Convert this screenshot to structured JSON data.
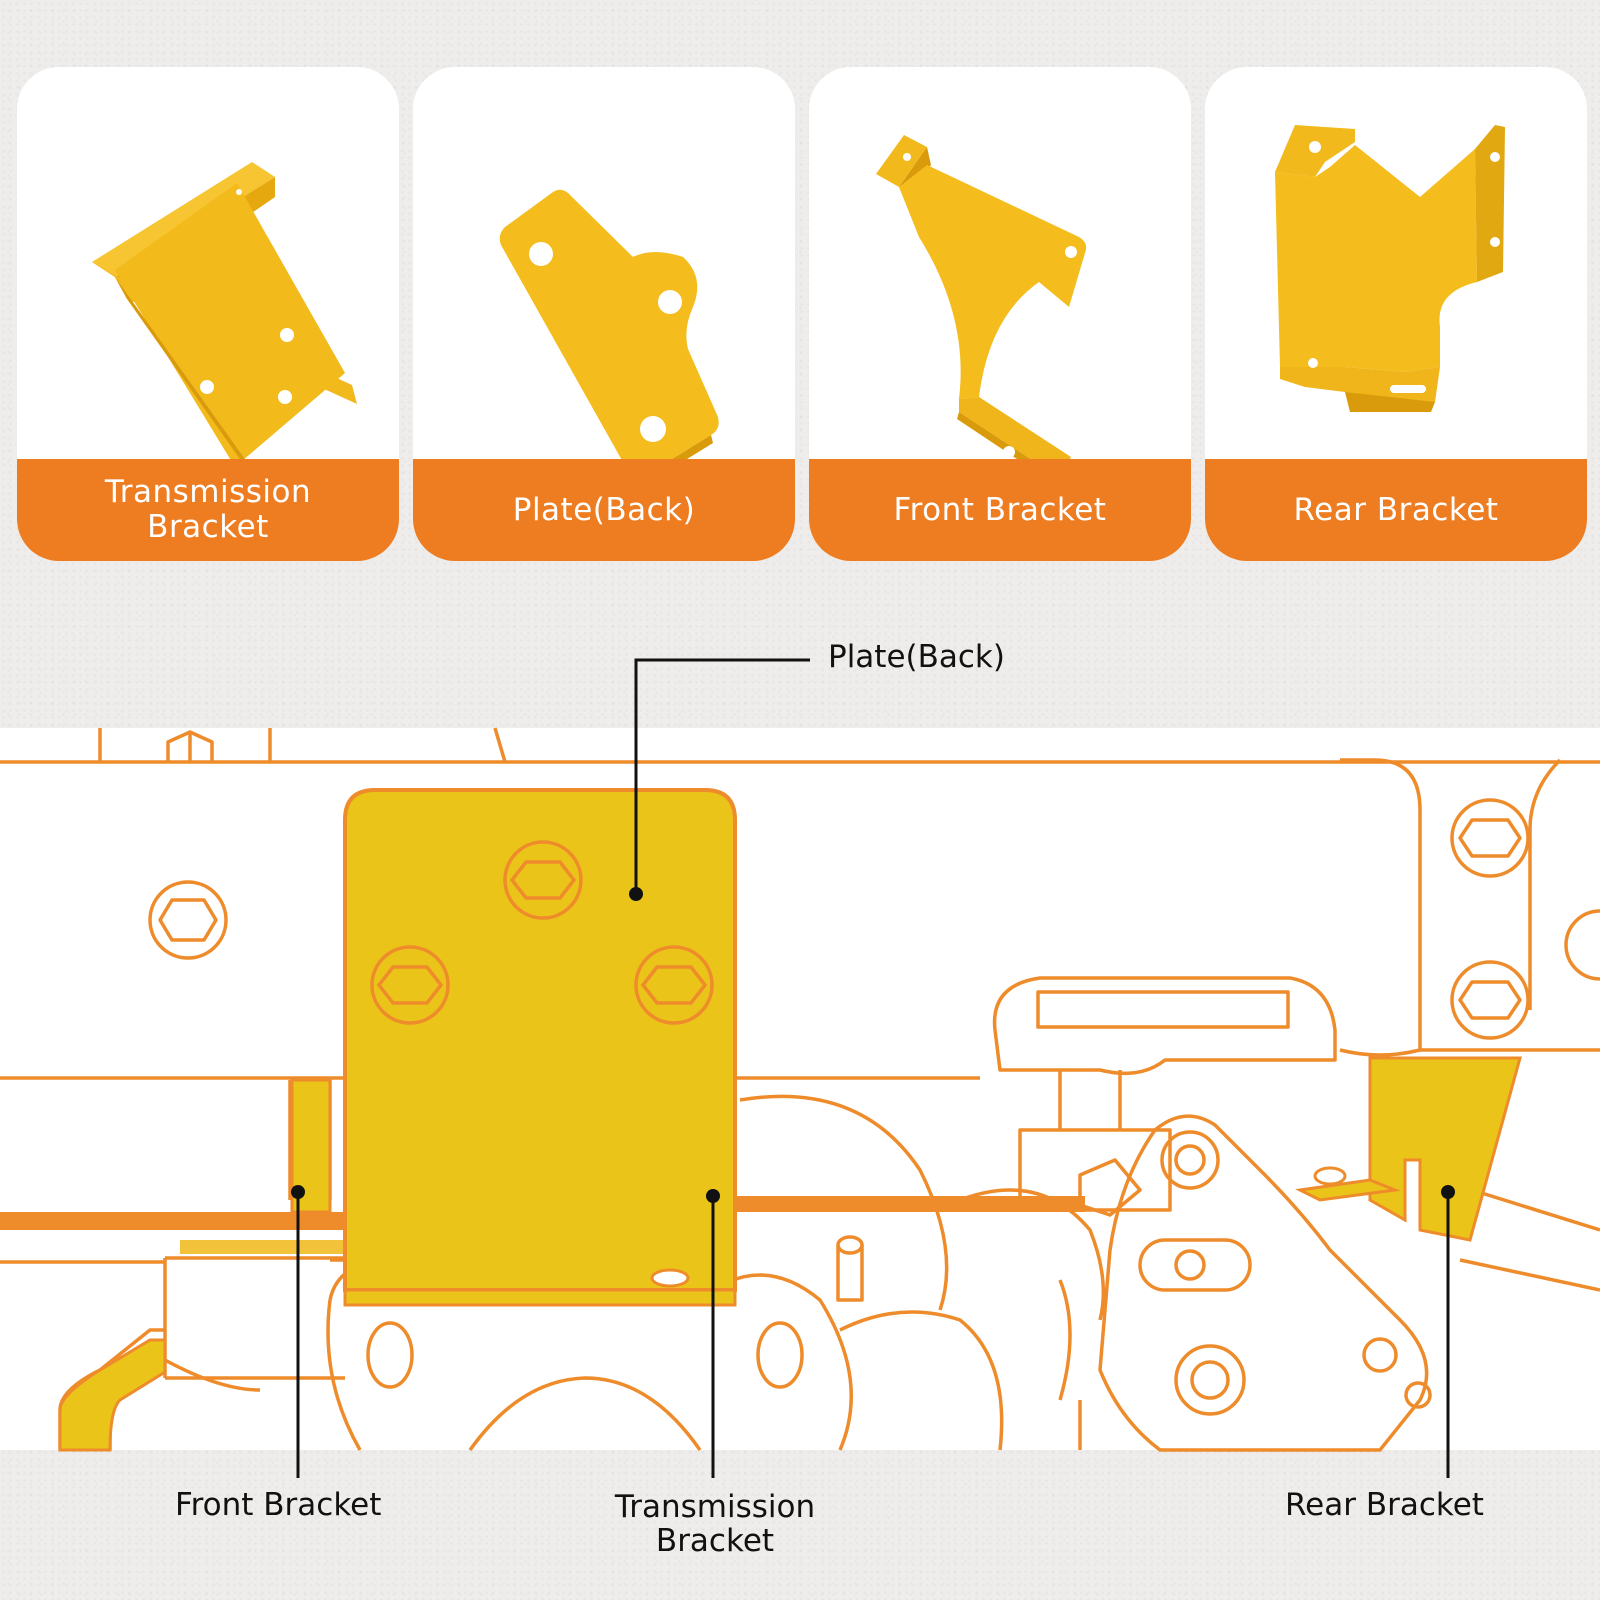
{
  "colors": {
    "accent_orange": "#ee7d22",
    "part_yellow": "#ebc41a",
    "outline_orange": "#ee8b2a",
    "leader_black": "#111111"
  },
  "cards": [
    {
      "label": "Transmission\nBracket",
      "icon": "transmission-bracket-photo"
    },
    {
      "label": "Plate(Back)",
      "icon": "back-plate-photo"
    },
    {
      "label": "Front Bracket",
      "icon": "front-bracket-photo"
    },
    {
      "label": "Rear Bracket",
      "icon": "rear-bracket-photo"
    }
  ],
  "diagram": {
    "callouts": {
      "plate_back": "Plate(Back)",
      "front_bracket": "Front Bracket",
      "transmission_bracket": "Transmission\nBracket",
      "rear_bracket": "Rear Bracket"
    }
  }
}
